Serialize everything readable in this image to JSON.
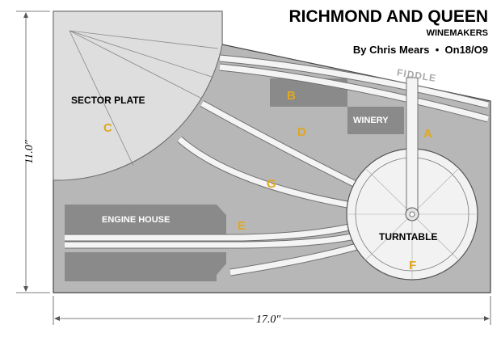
{
  "title": "RICHMOND AND QUEEN",
  "subtitle": "WINEMAKERS",
  "byline": "By Chris Mears  •  On18/O9",
  "labels": {
    "sector_plate": "SECTOR PLATE",
    "winery": "WINERY",
    "engine_house": "ENGINE HOUSE",
    "turntable": "TURNTABLE",
    "fiddle": "FIDDLE"
  },
  "track_letters": [
    "A",
    "B",
    "C",
    "D",
    "E",
    "F",
    "G"
  ],
  "dimensions": {
    "height": "11.0″",
    "width": "17.0″"
  },
  "colors": {
    "baseboard": "#b7b7b7",
    "sector_plate": "#dedede",
    "building": "#8a8a8a",
    "turntable_deck": "#f2f2f2",
    "letter": "#e0a820"
  }
}
